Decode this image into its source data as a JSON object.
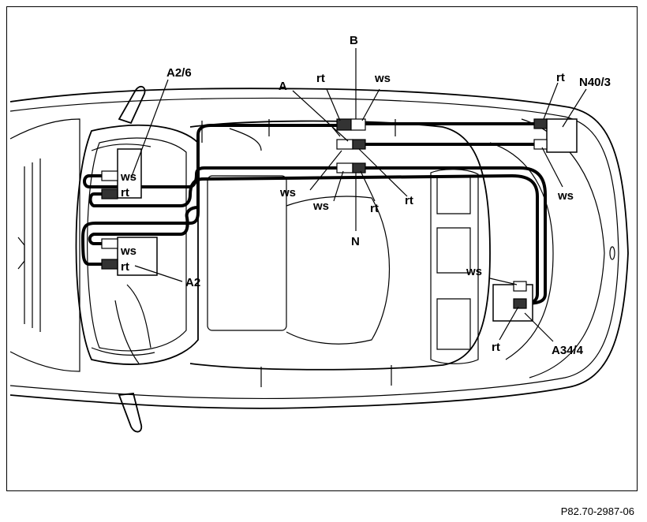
{
  "figure_id": "P82.70-2987-06",
  "labels": {
    "b": "B",
    "a": "A",
    "n": "N",
    "a2_6": "A2/6",
    "a2": "A2",
    "n40_3": "N40/3",
    "a34_4": "A34/4",
    "rt": "rt",
    "ws": "ws"
  },
  "colors": {
    "line": "#000000",
    "background": "#ffffff",
    "connector_red": "#333333"
  }
}
